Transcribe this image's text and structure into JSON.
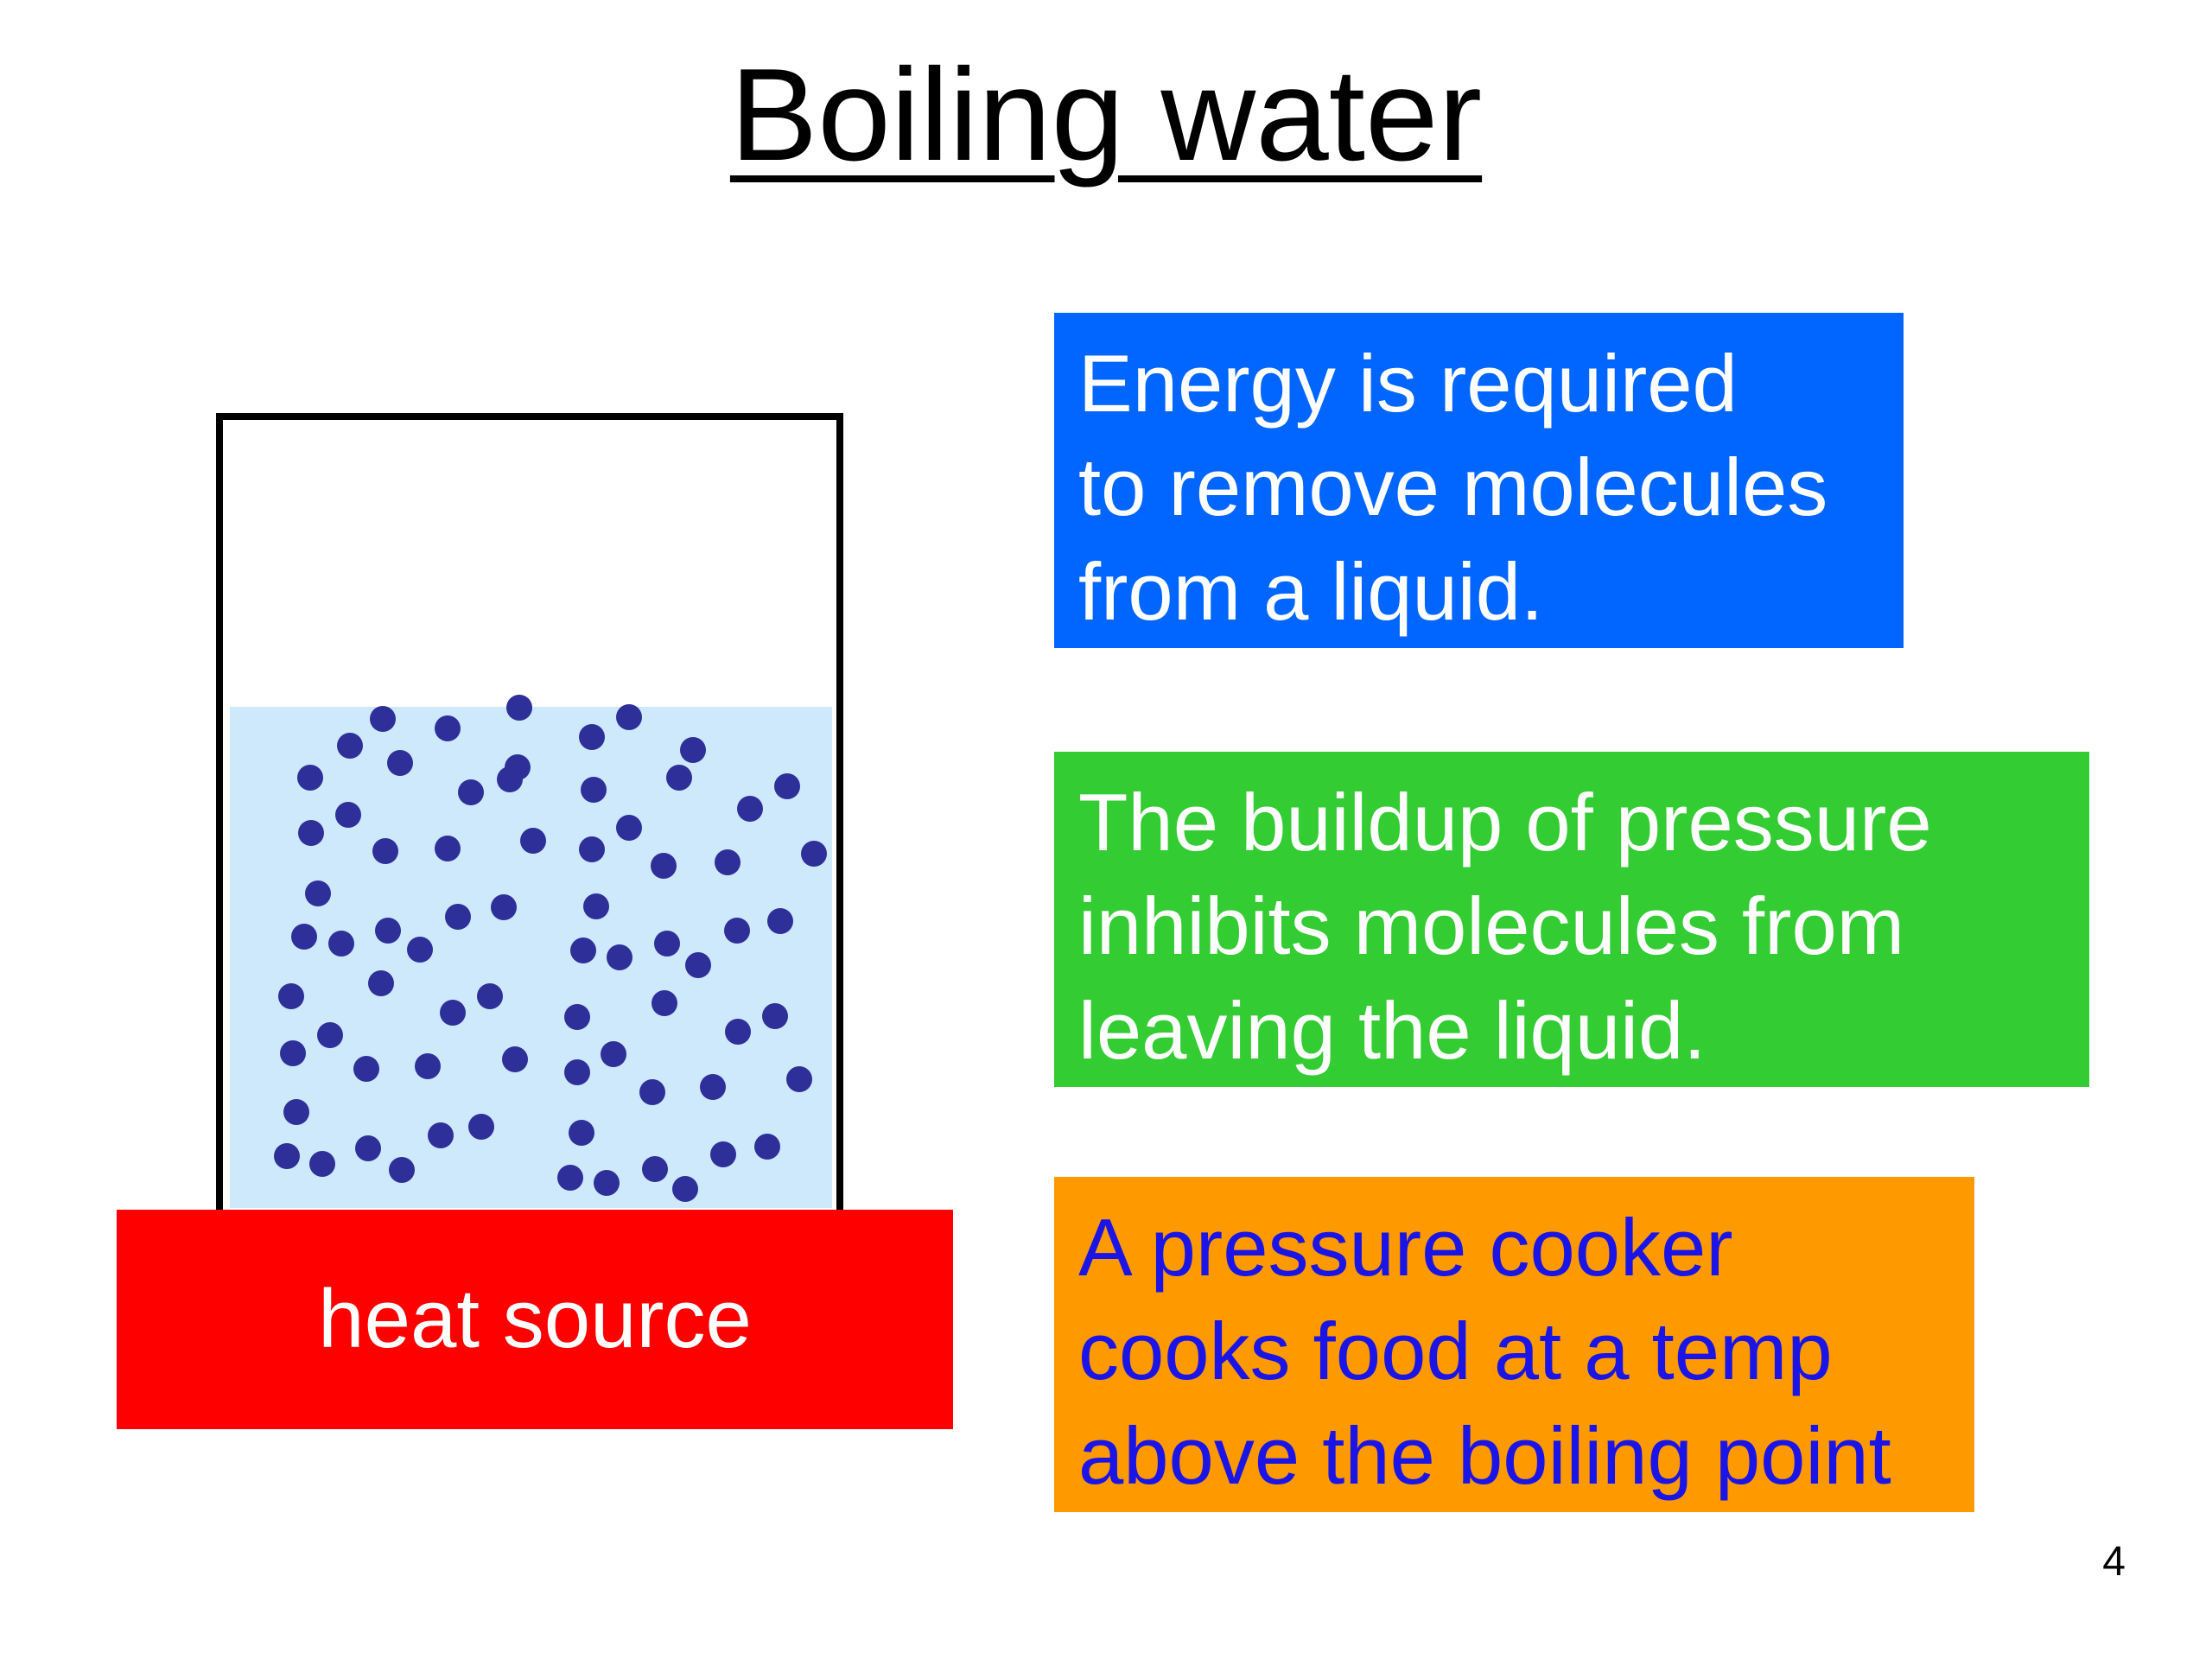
{
  "title": "Boiling water",
  "heat_source": {
    "label": "heat source",
    "color": "#ff0000"
  },
  "water": {
    "color": "#cde9fb",
    "molecule_color": "#2e2f99"
  },
  "boxes": [
    {
      "lines": [
        "Energy is required",
        "to remove molecules",
        "from a liquid."
      ],
      "background": "#0066ff",
      "text_color": "#ffffff"
    },
    {
      "lines": [
        "The buildup of pressure",
        "inhibits molecules from",
        "leaving the liquid."
      ],
      "background": "#33cc33",
      "text_color": "#ffffff"
    },
    {
      "lines": [
        "A pressure cooker",
        "cooks food at a temp",
        "above the boiling point"
      ],
      "background": "#ff9900",
      "text_color": "#1b14e6"
    }
  ],
  "page_number": "4"
}
